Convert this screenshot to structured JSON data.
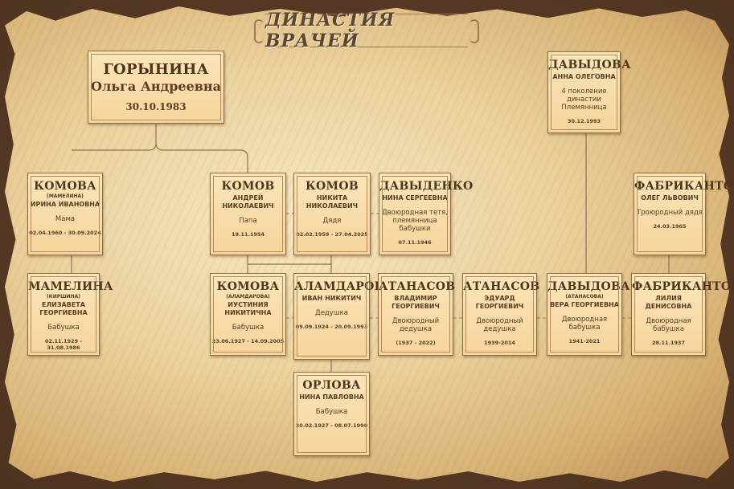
{
  "title": "ДИНАСТИЯ ВРАЧЕЙ",
  "colors": {
    "card_bg": "#f6d49c",
    "text": "#5a3c22",
    "line": "#8f7254"
  },
  "people": [
    {
      "id": "gorynina",
      "surname": "ГОРЫНИНА",
      "maiden": "",
      "name": "Ольга Андреевна",
      "role": "",
      "dates": "30.10.1983"
    },
    {
      "id": "davydova-anna",
      "surname": "ДАВЫДОВА",
      "maiden": "",
      "name": "АННА ОЛЕГОВНА",
      "role": "4 поколение династии Племянница",
      "dates": "30.12.1993"
    },
    {
      "id": "komova-irina",
      "surname": "КОМОВА",
      "maiden": "(МАМЕЛИНА)",
      "name": "ИРИНА ИВАНОВНА",
      "role": "Мама",
      "dates": "02.04.1960 - 30.09.2024"
    },
    {
      "id": "komov-andrey",
      "surname": "КОМОВ",
      "maiden": "",
      "name": "АНДРЕЙ НИКОЛАЕВИЧ",
      "role": "Папа",
      "dates": "19.11.1954"
    },
    {
      "id": "komov-nikita",
      "surname": "КОМОВ",
      "maiden": "",
      "name": "НИКИТА НИКОЛАЕВИЧ",
      "role": "Дядя",
      "dates": "02.02.1959 - 27.04.2025"
    },
    {
      "id": "davydenko-nina",
      "surname": "ДАВЫДЕНКО",
      "maiden": "",
      "name": "НИНА СЕРГЕЕВНА",
      "role": "Двоюродная тетя, племянница бабушки",
      "dates": "07.11.1946"
    },
    {
      "id": "fabrikantov-oleg",
      "surname": "ФАБРИКАНТОВ",
      "maiden": "",
      "name": "ОЛЕГ ЛЬВОВИЧ",
      "role": "Троюродный дядя",
      "dates": "24.03.1965"
    },
    {
      "id": "mamelina-elizaveta",
      "surname": "МАМЕЛИНА",
      "maiden": "(КИРШИНА)",
      "name": "ЕЛИЗАВЕТА ГЕОРГИЕВНА",
      "role": "Бабушка",
      "dates": "02.11.1929 - 31.08.1986"
    },
    {
      "id": "komova-iustiniya",
      "surname": "КОМОВА",
      "maiden": "(АЛАМДАРОВА)",
      "name": "ИУСТИНИЯ НИКИТИЧНА",
      "role": "Бабушка",
      "dates": "23.06.1927 - 14.09.2005"
    },
    {
      "id": "alamdarov-ivan",
      "surname": "АЛАМДАРОВ",
      "maiden": "",
      "name": "ИВАН НИКИТИЧ",
      "role": "Дедушка",
      "dates": "09.09.1924 - 20.09.1993"
    },
    {
      "id": "atanasov-vladimir",
      "surname": "АТАНАСОВ",
      "maiden": "",
      "name": "ВЛАДИМИР ГЕОРГИЕВИЧ",
      "role": "Двоюродный дедушка",
      "dates": "(1937 - 2022)"
    },
    {
      "id": "atanasov-eduard",
      "surname": "АТАНАСОВ",
      "maiden": "",
      "name": "ЭДУАРД ГЕОРГИЕВИЧ",
      "role": "Двоюродный дедушка",
      "dates": "1939-2014"
    },
    {
      "id": "davydova-vera",
      "surname": "ДАВЫДОВА",
      "maiden": "(АТАНАСОВА)",
      "name": "ВЕРА ГЕОРГИЕВНА",
      "role": "Двоюродная бабушка",
      "dates": "1941-2021"
    },
    {
      "id": "fabrikantova-liliya",
      "surname": "ФАБРИКАНТОВА",
      "maiden": "",
      "name": "ЛИЛИЯ ДЕНИСОВНА",
      "role": "Двоюродная бабушка",
      "dates": "28.11.1937"
    },
    {
      "id": "orlova-nina",
      "surname": "ОРЛОВА",
      "maiden": "",
      "name": "НИНА ПАВЛОВНА",
      "role": "Бабушка",
      "dates": "20.02.1927 - 08.07.1990"
    }
  ]
}
